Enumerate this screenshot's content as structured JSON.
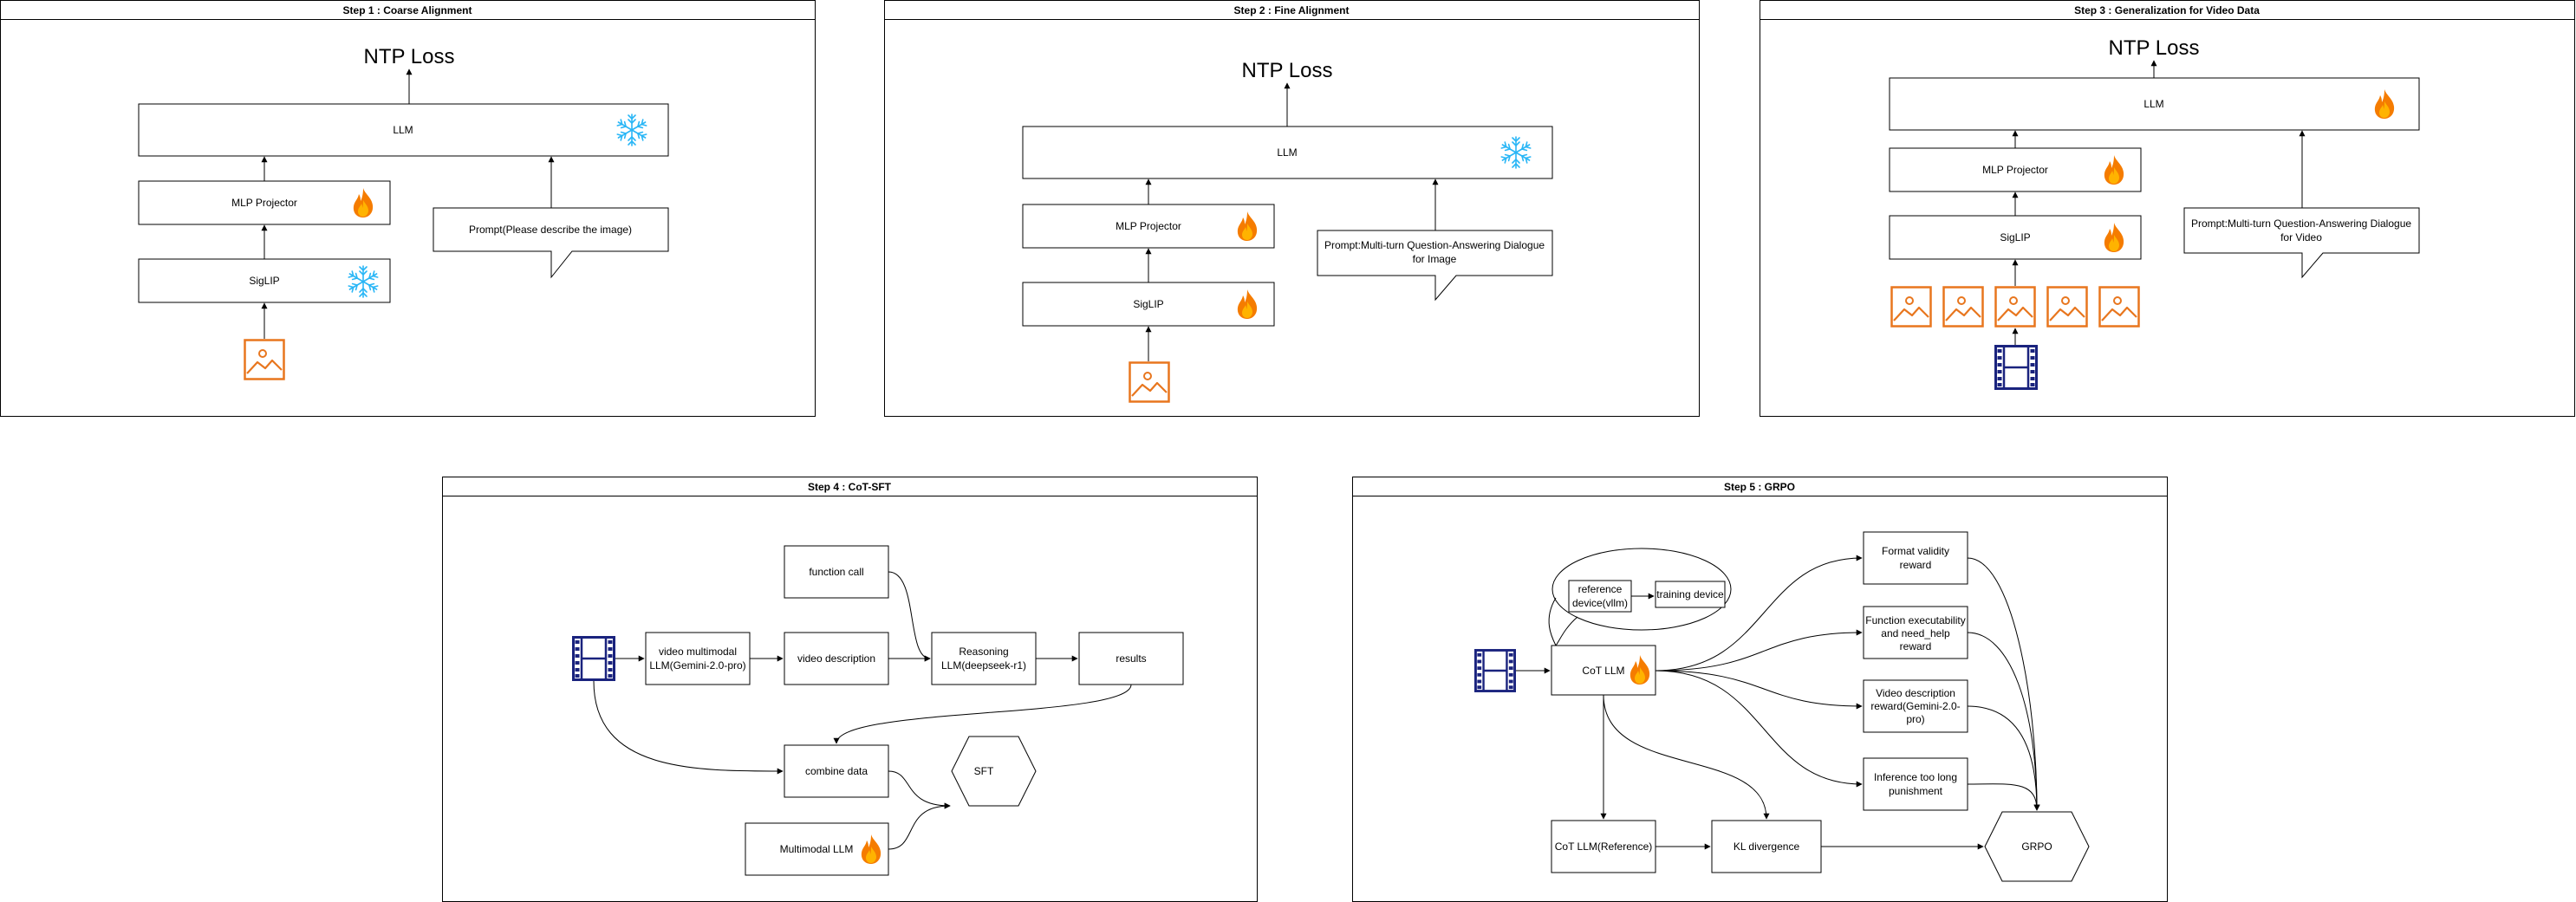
{
  "panels": {
    "step1": {
      "title": "Step 1 : Coarse Alignment",
      "loss": "NTP Loss",
      "llm": "LLM",
      "projector": "MLP Projector",
      "encoder": "SigLIP",
      "prompt": "Prompt(Please describe the image)"
    },
    "step2": {
      "title": "Step 2 : Fine Alignment",
      "loss": "NTP Loss",
      "llm": "LLM",
      "projector": "MLP Projector",
      "encoder": "SigLIP",
      "prompt_line1": "Prompt:Multi-turn Question-Answering Dialogue",
      "prompt_line2": "for Image"
    },
    "step3": {
      "title": "Step 3 : Generalization for Video Data",
      "loss": "NTP Loss",
      "llm": "LLM",
      "projector": "MLP Projector",
      "encoder": "SigLIP",
      "prompt_line1": "Prompt:Multi-turn Question-Answering Dialogue",
      "prompt_line2": "for Video"
    },
    "step4": {
      "title": "Step 4 : CoT-SFT",
      "video_llm_line1": "video multimodal",
      "video_llm_line2": "LLM(Gemini-2.0-pro)",
      "video_description": "video description",
      "function_call": "function call",
      "reasoning_line1": "Reasoning",
      "reasoning_line2": "LLM(deepseek-r1)",
      "results": "results",
      "combine": "combine data",
      "multimodal_llm": "Multimodal LLM",
      "sft": "SFT"
    },
    "step5": {
      "title": "Step 5 : GRPO",
      "ref_device_line1": "reference",
      "ref_device_line2": "device(vllm)",
      "training_device": "training device",
      "cot_llm": "CoT LLM",
      "format_line1": "Format validity",
      "format_line2": "reward",
      "function_line1": "Function executability",
      "function_line2": "and need_help",
      "function_line3": "reward",
      "videodesc_line1": "Video description",
      "videodesc_line2": "reward(Gemini-2.0-",
      "videodesc_line3": "pro)",
      "inference_line1": "Inference too long",
      "inference_line2": "punishment",
      "cot_ref": "CoT LLM(Reference)",
      "kl": "KL divergence",
      "grpo": "GRPO"
    }
  },
  "icons": {
    "trainable": "fire-icon",
    "frozen": "snowflake-icon",
    "image_input": "image-icon",
    "video_input": "film-icon"
  },
  "colors": {
    "fire": "#F57C00",
    "fire_inner": "#FFB300",
    "snowflake": "#29B6F6",
    "image_icon": "#E8761E",
    "film_icon": "#1A237E"
  }
}
